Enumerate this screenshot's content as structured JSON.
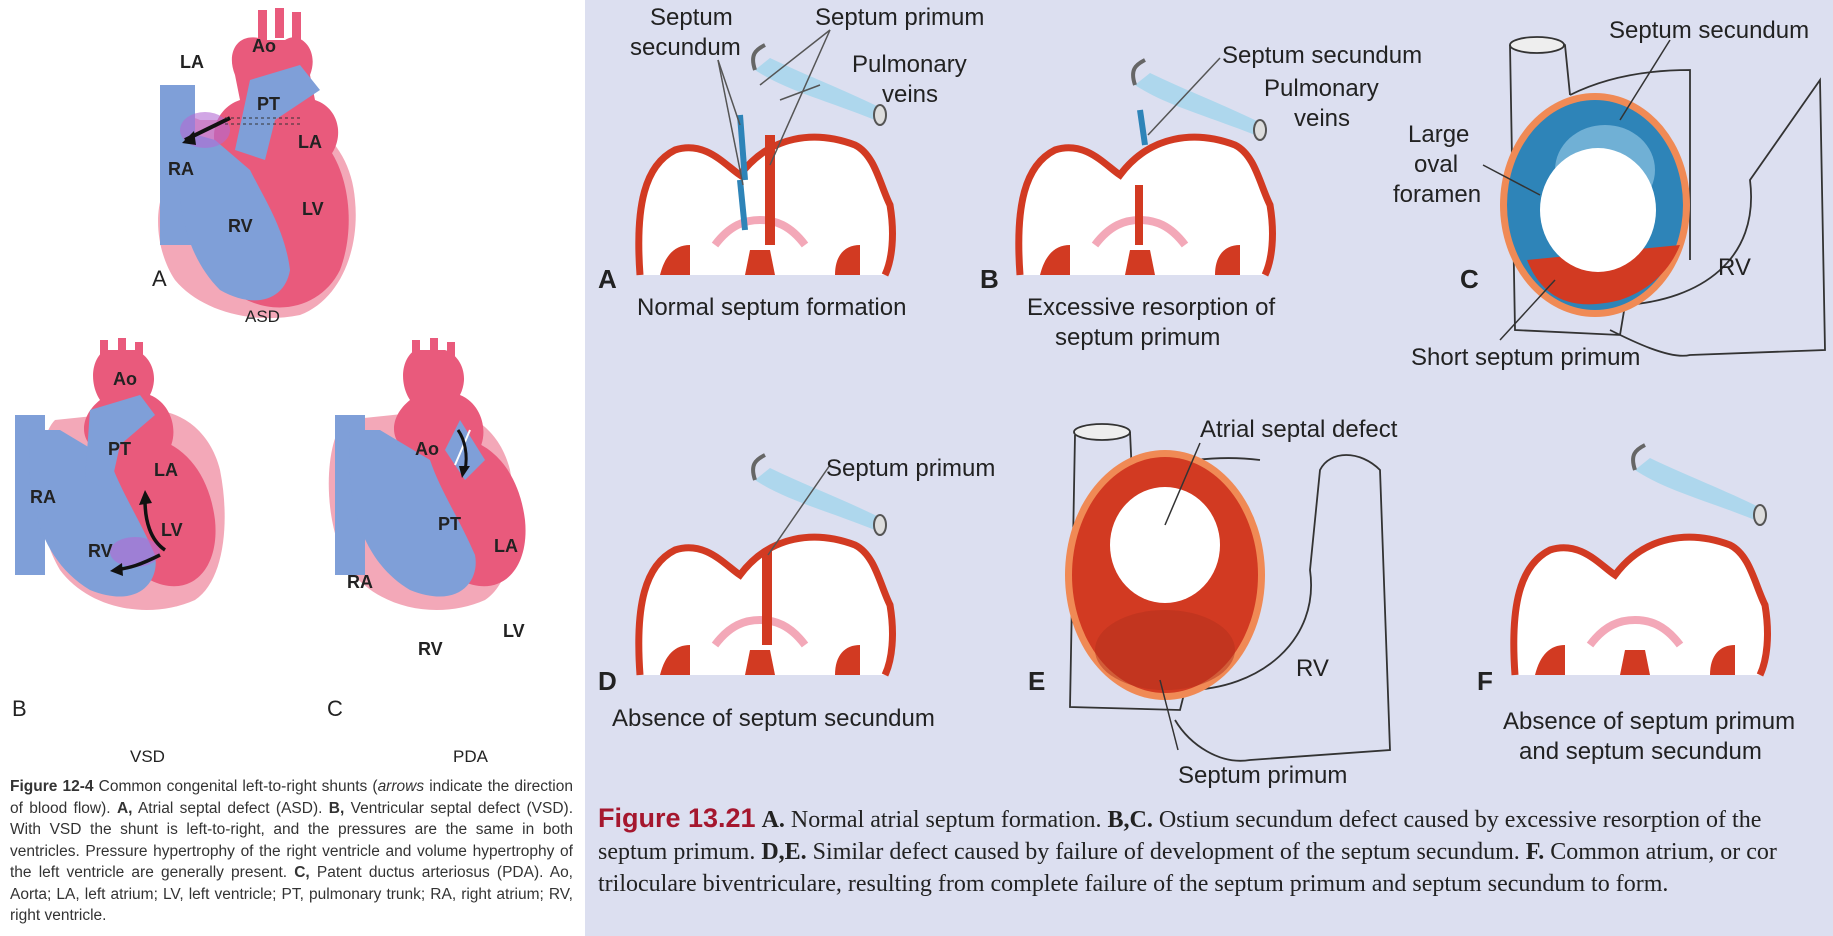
{
  "left": {
    "panels": [
      {
        "letter": "A",
        "title": "ASD",
        "labels": {
          "ao": "Ao",
          "la_top": "LA",
          "pt": "PT",
          "la": "LA",
          "ra": "RA",
          "rv": "RV",
          "lv": "LV"
        }
      },
      {
        "letter": "B",
        "title": "VSD",
        "labels": {
          "ao": "Ao",
          "pt": "PT",
          "la": "LA",
          "ra": "RA",
          "rv": "RV",
          "lv": "LV"
        }
      },
      {
        "letter": "C",
        "title": "PDA",
        "labels": {
          "ao": "Ao",
          "pt": "PT",
          "la": "LA",
          "ra": "RA",
          "rv": "RV",
          "lv": "LV"
        }
      }
    ],
    "caption": {
      "fig_num": "Figure 12-4",
      "t1": " Common congenital left-to-right shunts (",
      "arrows": "arrows",
      "t2": " indicate the direction of blood flow). ",
      "a": "A,",
      "t3": " Atrial septal defect (ASD). ",
      "b": "B,",
      "t4": " Ventricular septal defect (VSD). With VSD the shunt is left-to-right, and the pressures are the same in both ventricles. Pressure hypertrophy of the right ventricle and volume hypertrophy of the left ventricle are generally present. ",
      "c": "C,",
      "t5": " Patent ductus arteriosus (PDA). Ao, Aorta; LA, left atrium; LV, left ventricle; PT, pulmonary trunk; RA, right atrium; RV, right ventricle."
    }
  },
  "right": {
    "panels": {
      "A": {
        "letter": "A",
        "caption": "Normal septum formation",
        "labels": {
          "secundum_1": "Septum",
          "secundum_2": "secundum",
          "primum": "Septum primum",
          "veins_1": "Pulmonary",
          "veins_2": "veins"
        }
      },
      "B": {
        "letter": "B",
        "caption_1": "Excessive resorption of",
        "caption_2": "septum primum",
        "labels": {
          "secundum": "Septum secundum",
          "veins_1": "Pulmonary",
          "veins_2": "veins"
        }
      },
      "C": {
        "letter": "C",
        "labels": {
          "secundum": "Septum secundum",
          "large_1": "Large",
          "large_2": "oval",
          "large_3": "foramen",
          "rv": "RV",
          "short": "Short septum primum"
        }
      },
      "D": {
        "letter": "D",
        "caption": "Absence of septum secundum",
        "labels": {
          "primum": "Septum primum"
        }
      },
      "E": {
        "letter": "E",
        "labels": {
          "asd": "Atrial septal defect",
          "rv": "RV",
          "primum": "Septum primum"
        }
      },
      "F": {
        "letter": "F",
        "caption_1": "Absence of septum primum",
        "caption_2": "and septum secundum"
      }
    },
    "caption": {
      "fig_num": "Figure 13.21",
      "a": "A.",
      "t1": " Normal atrial septum formation. ",
      "bc": "B,C.",
      "t2": " Ostium secundum defect caused by excessive resorption of the septum primum. ",
      "de": "D,E.",
      "t3": " Similar defect caused by failure of development of the septum secundum. ",
      "f": "F.",
      "t4": " Common atrium, or cor triloculare biventriculare, resulting from complete failure of the septum primum and septum secundum to form."
    }
  },
  "colors": {
    "blue": "#7f9fd8",
    "pink": "#e95a7c",
    "pink_light": "#f3a8b8",
    "red": "#d23a22",
    "light_blue": "#a8d6ec",
    "dark_blue": "#2e84b8",
    "orange": "#f08a55",
    "panel_bg": "#dcdff0"
  }
}
